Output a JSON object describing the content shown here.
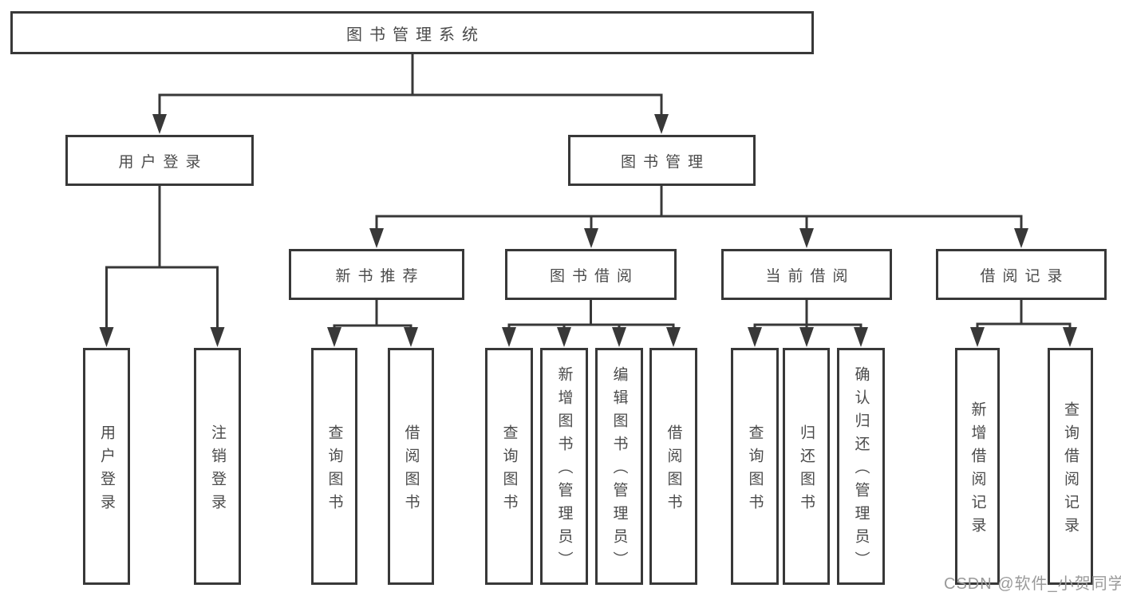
{
  "diagram": {
    "title": "图书管理系统",
    "branches": [
      {
        "label": "用户登录",
        "children": [
          {
            "label": "用户登录"
          },
          {
            "label": "注销登录"
          }
        ]
      },
      {
        "label": "图书管理",
        "children": [
          {
            "label": "新书推荐",
            "children": [
              {
                "label": "查询图书"
              },
              {
                "label": "借阅图书"
              }
            ]
          },
          {
            "label": "图书借阅",
            "children": [
              {
                "label": "查询图书"
              },
              {
                "label": "新增图书（管理员）"
              },
              {
                "label": "编辑图书（管理员）"
              },
              {
                "label": "借阅图书"
              }
            ]
          },
          {
            "label": "当前借阅",
            "children": [
              {
                "label": "查询图书"
              },
              {
                "label": "归还图书"
              },
              {
                "label": "确认归还（管理员）"
              }
            ]
          },
          {
            "label": "借阅记录",
            "children": [
              {
                "label": "新增借阅记录"
              },
              {
                "label": "查询借阅记录"
              }
            ]
          }
        ]
      }
    ]
  },
  "watermark": {
    "text": "CSDN @软件_小贺同学"
  },
  "colors": {
    "line": "#383838",
    "box_border": "#383838",
    "text": "#4b4b4b",
    "watermark": "#9a9a9a",
    "background": "#ffffff"
  }
}
